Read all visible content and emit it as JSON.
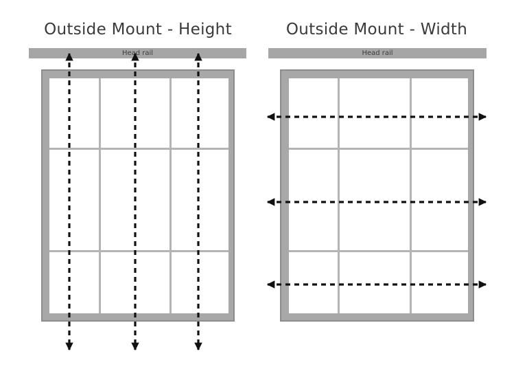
{
  "panels": [
    {
      "title": "Outside Mount - Height",
      "rail_label": "Head rail",
      "measure": "height"
    },
    {
      "title": "Outside Mount - Width",
      "rail_label": "Head rail",
      "measure": "width"
    }
  ],
  "colors": {
    "frame": "#8c8c8c",
    "mullion": "#b4b4b4",
    "rail": "#a6a6a6",
    "arrow": "#111111",
    "title": "#3a3a3a"
  },
  "window_grid": {
    "columns": 3,
    "rows": 3
  }
}
